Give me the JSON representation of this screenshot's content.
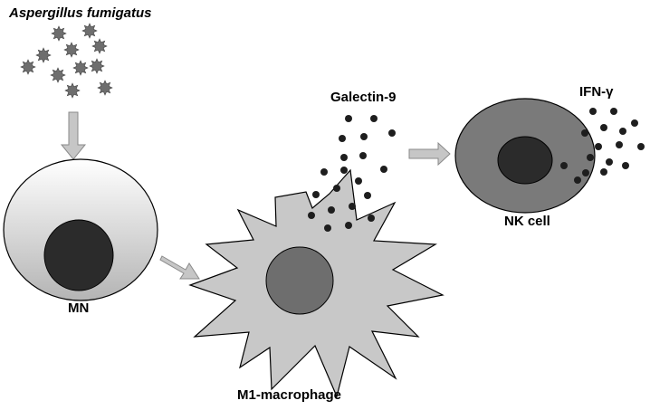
{
  "labels": {
    "pathogen": "Aspergillus fumigatus",
    "mn": "MN",
    "macrophage": "M1-macrophage",
    "galectin": "Galectin-9",
    "nk_cell": "NK cell",
    "ifn": "IFN-γ"
  },
  "colors": {
    "spore": "#6e6e6e",
    "mn_cell_top": "#ffffff",
    "mn_cell_bottom": "#b4b4b4",
    "nucleus_dark": "#2b2b2b",
    "macrophage_body": "#c8c8c8",
    "macrophage_nucleus": "#6e6e6e",
    "nk_body": "#7a7a7a",
    "arrow_fill": "#c6c6c6",
    "dot": "#1e1e1e"
  }
}
